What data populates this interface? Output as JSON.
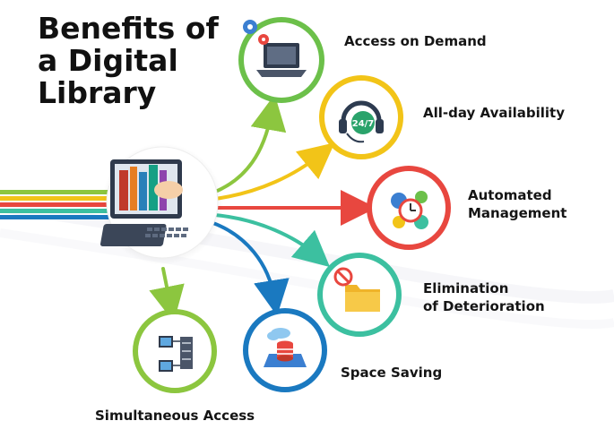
{
  "title": {
    "line1": "Benefits of",
    "line2": "a Digital",
    "line3": "Library"
  },
  "benefits": [
    {
      "label": "Access on Demand",
      "color": "#6cc04a",
      "icon": "laptop-gears-icon"
    },
    {
      "label": "All-day Availability",
      "color": "#f2c418",
      "icon": "headset-24-7-icon"
    },
    {
      "label_line1": "Automated",
      "label_line2": "Management",
      "color": "#e8473f",
      "icon": "clock-gears-icon"
    },
    {
      "label_line1": "Elimination",
      "label_line2": "of Deterioration",
      "color": "#3cc0a0",
      "icon": "folder-no-icon"
    },
    {
      "label": "Space Saving",
      "color": "#1a79c0",
      "icon": "cloud-database-icon"
    },
    {
      "label": "Simultaneous Access",
      "color": "#8cc63f",
      "icon": "network-servers-icon"
    }
  ],
  "hub": {
    "icon": "computer-books-icon"
  }
}
